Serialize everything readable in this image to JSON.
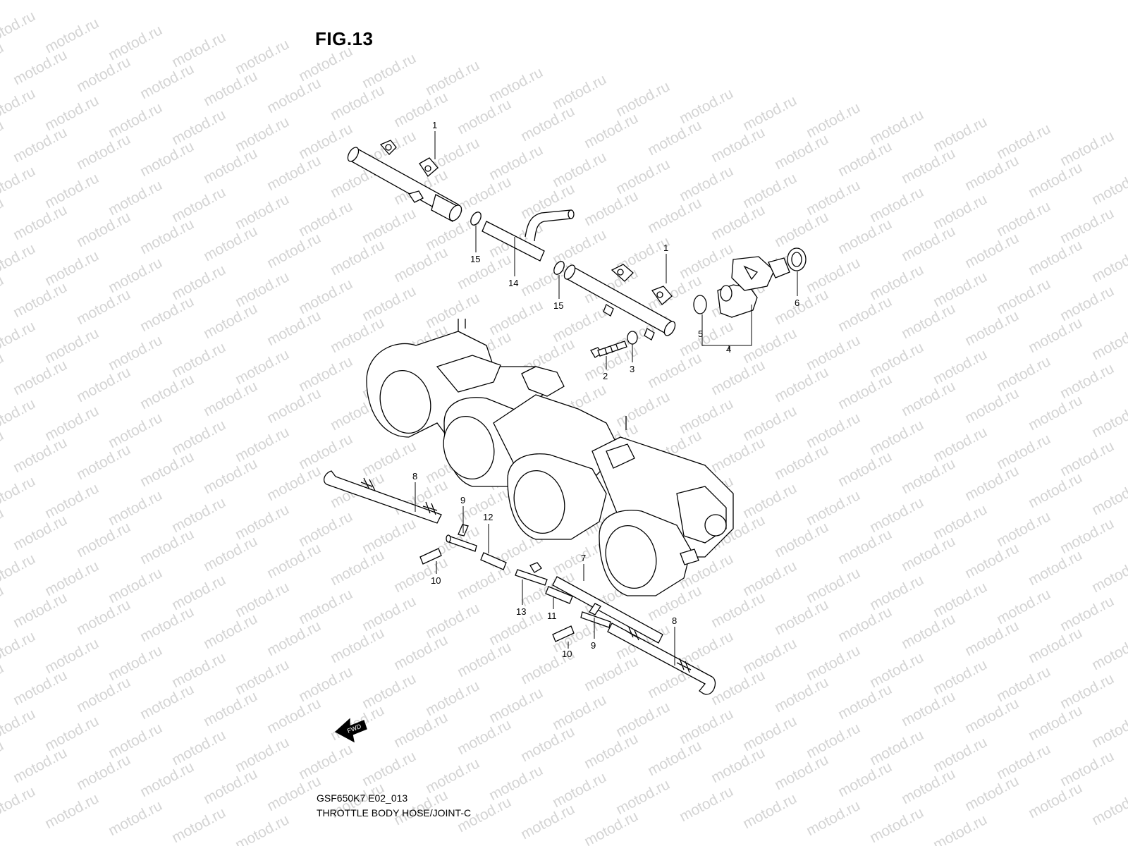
{
  "figure": {
    "title": "FIG.13",
    "model_code": "GSF650K7 E02_013",
    "caption": "THROTTLE BODY HOSE/JOINT-C"
  },
  "watermark": {
    "text": "motod.ru",
    "color": "#d4d4d4"
  },
  "direction_marker": {
    "text": "FWD"
  },
  "callouts": [
    {
      "id": "c1a",
      "num": "1"
    },
    {
      "id": "c1b",
      "num": "1"
    },
    {
      "id": "c2",
      "num": "2"
    },
    {
      "id": "c3",
      "num": "3"
    },
    {
      "id": "c4",
      "num": "4"
    },
    {
      "id": "c5",
      "num": "5"
    },
    {
      "id": "c6",
      "num": "6"
    },
    {
      "id": "c7",
      "num": "7"
    },
    {
      "id": "c8a",
      "num": "8"
    },
    {
      "id": "c8b",
      "num": "8"
    },
    {
      "id": "c9a",
      "num": "9"
    },
    {
      "id": "c9b",
      "num": "9"
    },
    {
      "id": "c10a",
      "num": "10"
    },
    {
      "id": "c10b",
      "num": "10"
    },
    {
      "id": "c11",
      "num": "11"
    },
    {
      "id": "c12",
      "num": "12"
    },
    {
      "id": "c13",
      "num": "13"
    },
    {
      "id": "c14",
      "num": "14"
    },
    {
      "id": "c15a",
      "num": "15"
    },
    {
      "id": "c15b",
      "num": "15"
    }
  ]
}
